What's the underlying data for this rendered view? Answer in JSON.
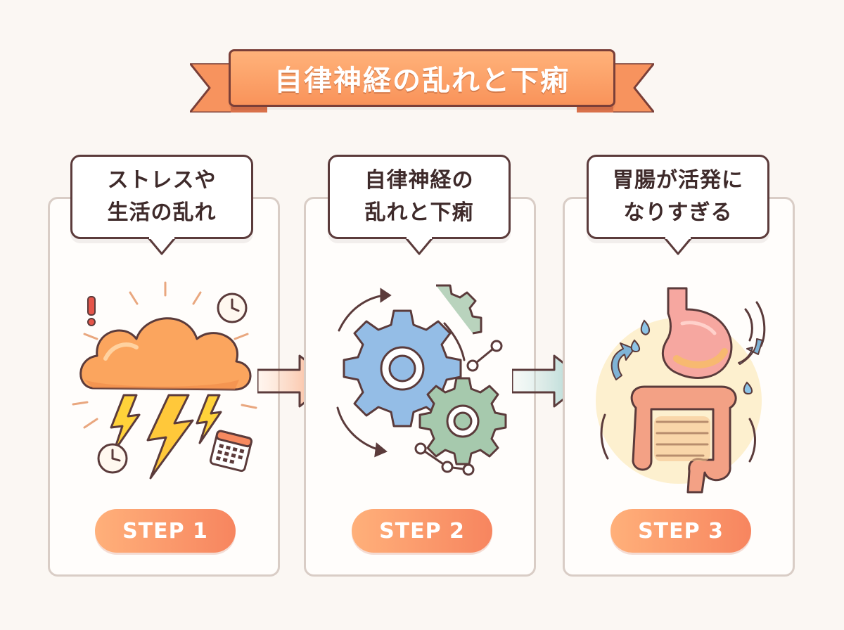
{
  "title": "自律神経の乱れと下痢",
  "steps": [
    {
      "lines": [
        "ストレスや",
        "生活の乱れ"
      ],
      "label": "STEP 1",
      "icon": "storm-cloud-icon"
    },
    {
      "lines": [
        "自律神経の",
        "乱れと下痢"
      ],
      "label": "STEP 2",
      "icon": "gears-icon"
    },
    {
      "lines": [
        "胃腸が活発に",
        "なりすぎる"
      ],
      "label": "STEP 3",
      "icon": "stomach-intestine-icon"
    }
  ],
  "colors": {
    "accent": "#f7895f",
    "ribbon": "#fba06c",
    "outline": "#5b3b3b",
    "panel_border": "#d9cdc6",
    "gear_blue": "#8ab4de",
    "gear_green": "#9fc3a8"
  }
}
